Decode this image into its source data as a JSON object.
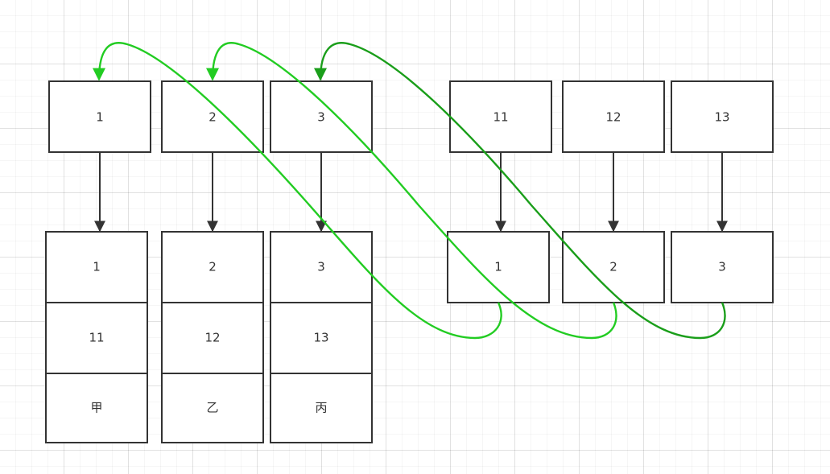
{
  "colors": {
    "node_border": "#333333",
    "node_text": "#333333",
    "arrow": "#333333",
    "link_light": "#22cc22",
    "link_dark": "#1a9e1a"
  },
  "top_row_left": [
    {
      "id": "t1",
      "label": "1"
    },
    {
      "id": "t2",
      "label": "2"
    },
    {
      "id": "t3",
      "label": "3"
    }
  ],
  "top_row_right": [
    {
      "id": "t11",
      "label": "11"
    },
    {
      "id": "t12",
      "label": "12"
    },
    {
      "id": "t13",
      "label": "13"
    }
  ],
  "records": [
    {
      "id": "r1",
      "cells": [
        "1",
        "11",
        "甲"
      ]
    },
    {
      "id": "r2",
      "cells": [
        "2",
        "12",
        "乙"
      ]
    },
    {
      "id": "r3",
      "cells": [
        "3",
        "13",
        "丙"
      ]
    }
  ],
  "pointer_nodes": [
    {
      "id": "p1",
      "label": "1"
    },
    {
      "id": "p2",
      "label": "2"
    },
    {
      "id": "p3",
      "label": "3"
    }
  ],
  "edges_straight": [
    {
      "from": "t1",
      "to": "r1"
    },
    {
      "from": "t2",
      "to": "r2"
    },
    {
      "from": "t3",
      "to": "r3"
    },
    {
      "from": "t11",
      "to": "p1"
    },
    {
      "from": "t12",
      "to": "p2"
    },
    {
      "from": "t13",
      "to": "p3"
    }
  ],
  "edges_curved": [
    {
      "from": "p1",
      "to": "t1"
    },
    {
      "from": "p2",
      "to": "t2"
    },
    {
      "from": "p3",
      "to": "t3"
    }
  ]
}
